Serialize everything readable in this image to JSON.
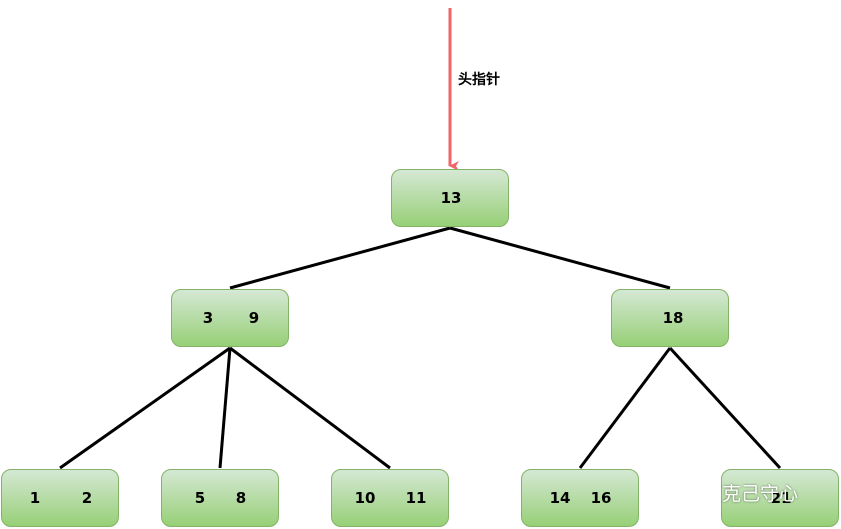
{
  "pointer": {
    "label": "头指针",
    "color": "#f0646a"
  },
  "tree": {
    "nodes": [
      {
        "id": "n13",
        "keys": [
          "13"
        ]
      },
      {
        "id": "n3_9",
        "keys": [
          "3",
          "9"
        ]
      },
      {
        "id": "n18",
        "keys": [
          "18"
        ]
      },
      {
        "id": "n1_2",
        "keys": [
          "1",
          "2"
        ]
      },
      {
        "id": "n5_8",
        "keys": [
          "5",
          "8"
        ]
      },
      {
        "id": "n10_11",
        "keys": [
          "10",
          "11"
        ]
      },
      {
        "id": "n14_16",
        "keys": [
          "14",
          "16"
        ]
      },
      {
        "id": "n21",
        "keys": [
          "21"
        ]
      }
    ],
    "edges": [
      [
        "n13",
        "n3_9"
      ],
      [
        "n13",
        "n18"
      ],
      [
        "n3_9",
        "n1_2"
      ],
      [
        "n3_9",
        "n5_8"
      ],
      [
        "n3_9",
        "n10_11"
      ],
      [
        "n18",
        "n14_16"
      ],
      [
        "n18",
        "n21"
      ]
    ]
  },
  "node_style": {
    "fill_top": "#d5e8d4",
    "fill_bottom": "#97d077",
    "border": "#82b366"
  },
  "watermark": {
    "text": "克己守心",
    "icon": "wechat-icon"
  }
}
